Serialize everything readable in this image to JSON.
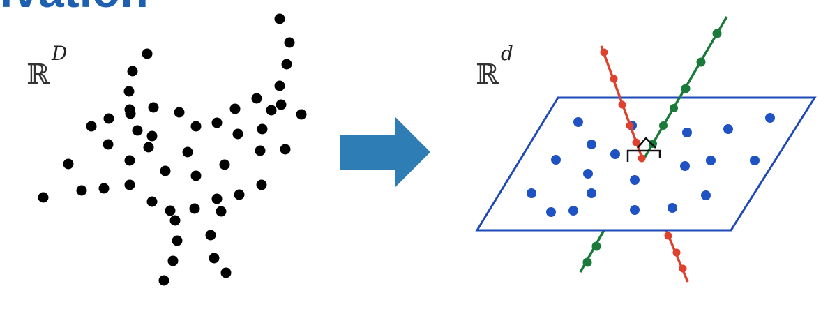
{
  "title": "ivation",
  "left_panel": {
    "space_symbol": "ℝ",
    "superscript": "D"
  },
  "right_panel": {
    "space_symbol": "ℝ",
    "superscript": "d"
  },
  "colors": {
    "title": "#1f5fb0",
    "points_high_dim": "#000000",
    "arrow": "#2e7db5",
    "plane": "#1f49b6",
    "points_plane": "#1f52c2",
    "red_direction": "#e0402e",
    "green_direction": "#1a7a3a",
    "right_angle_mark": "#111111"
  },
  "icons": {
    "arrow": "arrow-right-icon"
  }
}
